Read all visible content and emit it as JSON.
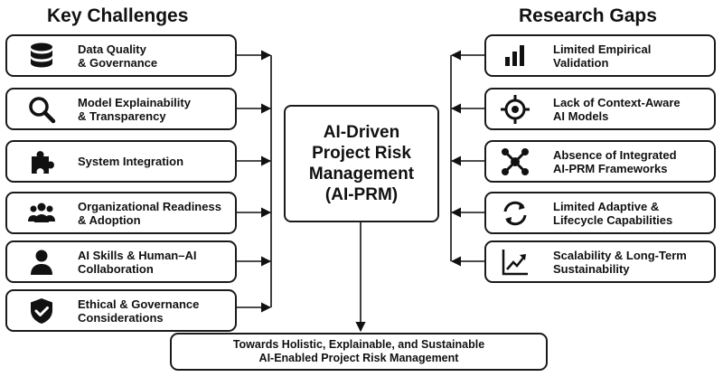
{
  "headings": {
    "left": "Key Challenges",
    "right": "Research Gaps"
  },
  "center": {
    "lines": [
      "AI-Driven",
      "Project Risk",
      "Management",
      "(AI-PRM)"
    ]
  },
  "bottom": {
    "lines": [
      "Towards Holistic, Explainable, and Sustainable",
      "AI-Enabled Project Risk Management"
    ]
  },
  "challenges": [
    {
      "icon": "database-icon",
      "lines": [
        "Data Quality",
        "& Governance"
      ]
    },
    {
      "icon": "magnifier-icon",
      "lines": [
        "Model Explainability",
        "& Transparency"
      ]
    },
    {
      "icon": "puzzle-icon",
      "lines": [
        "System Integration"
      ]
    },
    {
      "icon": "people-group-icon",
      "lines": [
        "Organizational Readiness",
        "& Adoption"
      ]
    },
    {
      "icon": "person-icon",
      "lines": [
        "AI Skills & Human–AI",
        "Collaboration"
      ]
    },
    {
      "icon": "shield-check-icon",
      "lines": [
        "Ethical & Governance",
        "Considerations"
      ]
    }
  ],
  "gaps": [
    {
      "icon": "bar-chart-icon",
      "lines": [
        "Limited Empirical",
        "Validation"
      ]
    },
    {
      "icon": "target-icon",
      "lines": [
        "Lack of Context-Aware",
        "AI Models"
      ]
    },
    {
      "icon": "network-icon",
      "lines": [
        "Absence of Integrated",
        "AI-PRM Frameworks"
      ]
    },
    {
      "icon": "cycle-arrows-icon",
      "lines": [
        "Limited Adaptive &",
        "Lifecycle Capabilities"
      ]
    },
    {
      "icon": "trend-chart-icon",
      "lines": [
        "Scalability & Long-Term",
        "Sustainability"
      ]
    }
  ]
}
